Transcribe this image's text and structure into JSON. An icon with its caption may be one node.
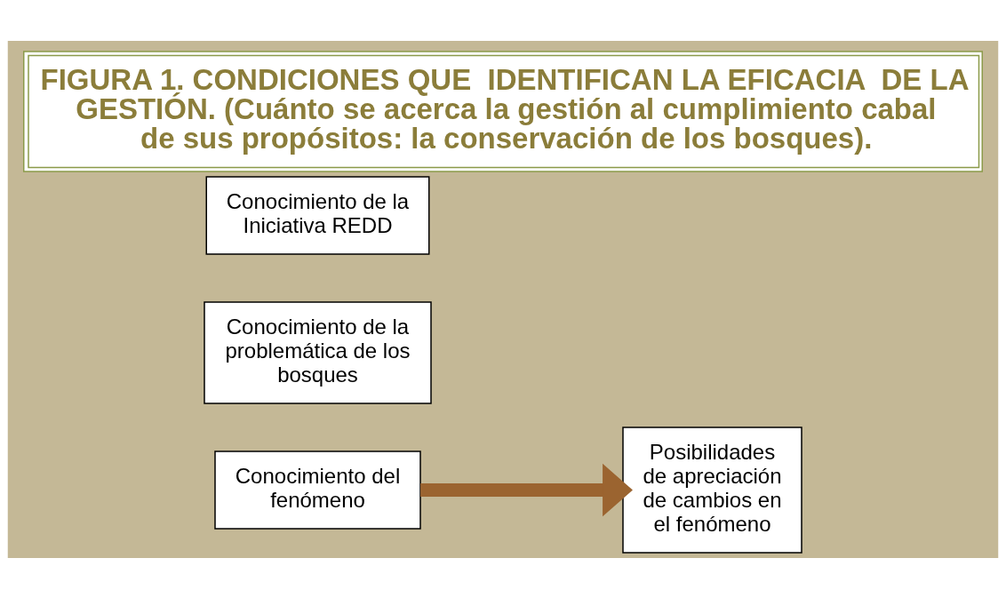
{
  "diagram": {
    "title": "FIGURA 1. CONDICIONES QUE  IDENTIFICAN LA EFICACIA  DE LA GESTIÓN. (Cuánto se acerca la gestión al cumplimiento cabal de sus propósitos: la conservación de los bosques).",
    "nodes": [
      {
        "text": [
          "Conocimiento del fenómeno"
        ]
      },
      {
        "text": [
          "Posibilidades de apreciación de cambios en el fenómeno"
        ]
      },
      {
        "text": [
          "Conocimiento de la problemática de los bosques"
        ]
      },
      {
        "text": [
          "Conocimiento de la Iniciativa REDD"
        ]
      }
    ],
    "edges": [
      {
        "from": 0,
        "to": 1,
        "arrow": "to"
      }
    ]
  }
}
